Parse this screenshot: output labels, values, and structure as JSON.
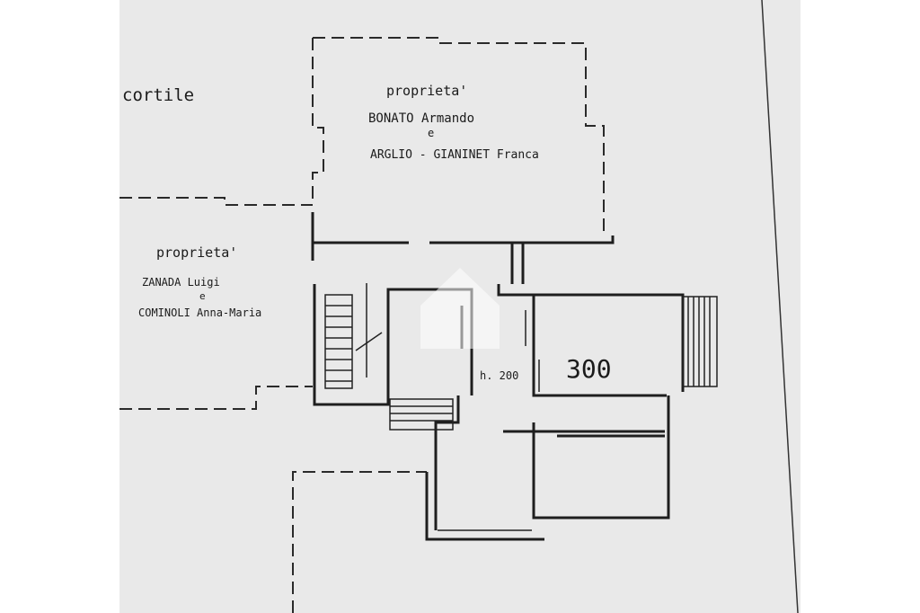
{
  "labels": {
    "courtyard": "cortile",
    "north_owner_title": "proprieta'",
    "north_owner_1": "BONATO Armando",
    "north_owner_and": "e",
    "north_owner_2": "ARGLIO - GIANINET Franca",
    "west_owner_title": "proprieta'",
    "west_owner_1": "ZANADA Luigi",
    "west_owner_and": "e",
    "west_owner_2": "COMINOLI Anna-Maria",
    "height_note": "h. 200",
    "height_main": "300"
  },
  "colors": {
    "paper": "#e9e9e9",
    "ink": "#1e1e1e",
    "watermark": "#ffffff"
  },
  "icons": {
    "watermark": "house-logo-watermark"
  }
}
